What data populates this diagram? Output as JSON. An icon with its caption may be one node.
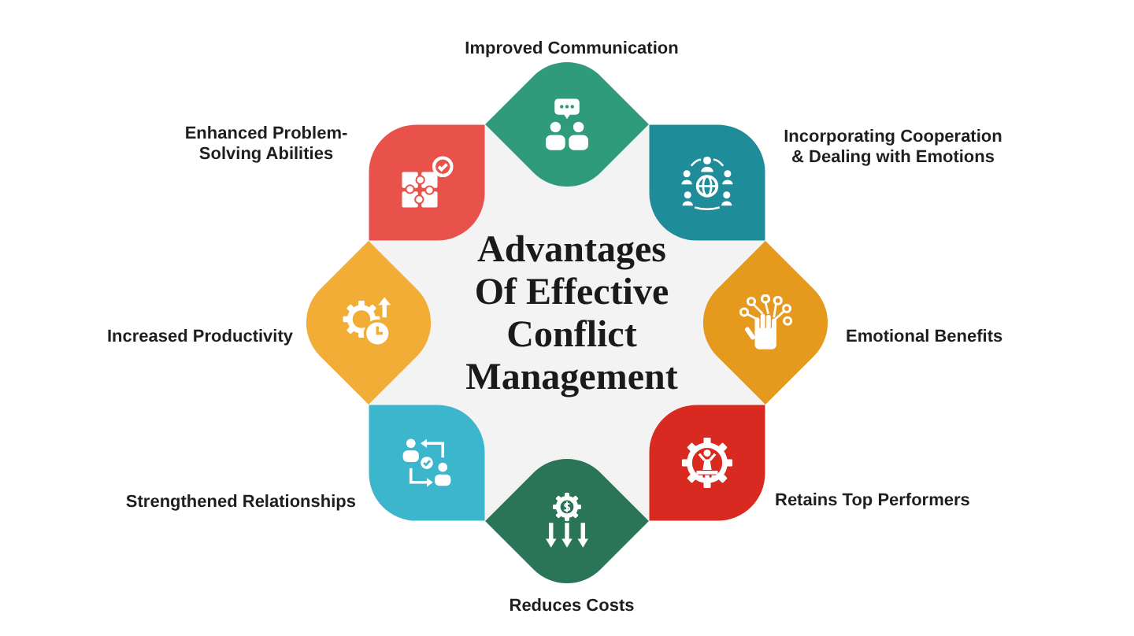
{
  "diagram": {
    "title": "Advantages Of Effective Conflict Management",
    "nodes": [
      {
        "text": [
          "Improved Communication"
        ]
      },
      {
        "text": [
          "Incorporating Cooperation & Dealing with Emotions"
        ]
      },
      {
        "text": [
          "Emotional Benefits"
        ]
      },
      {
        "text": [
          "Retains Top Performers"
        ]
      },
      {
        "text": [
          "Reduces Costs"
        ]
      },
      {
        "text": [
          "Strengthened Relationships"
        ]
      },
      {
        "text": [
          "Increased Productivity"
        ]
      },
      {
        "text": [
          "Enhanced Problem-Solving Abilities"
        ]
      }
    ]
  }
}
